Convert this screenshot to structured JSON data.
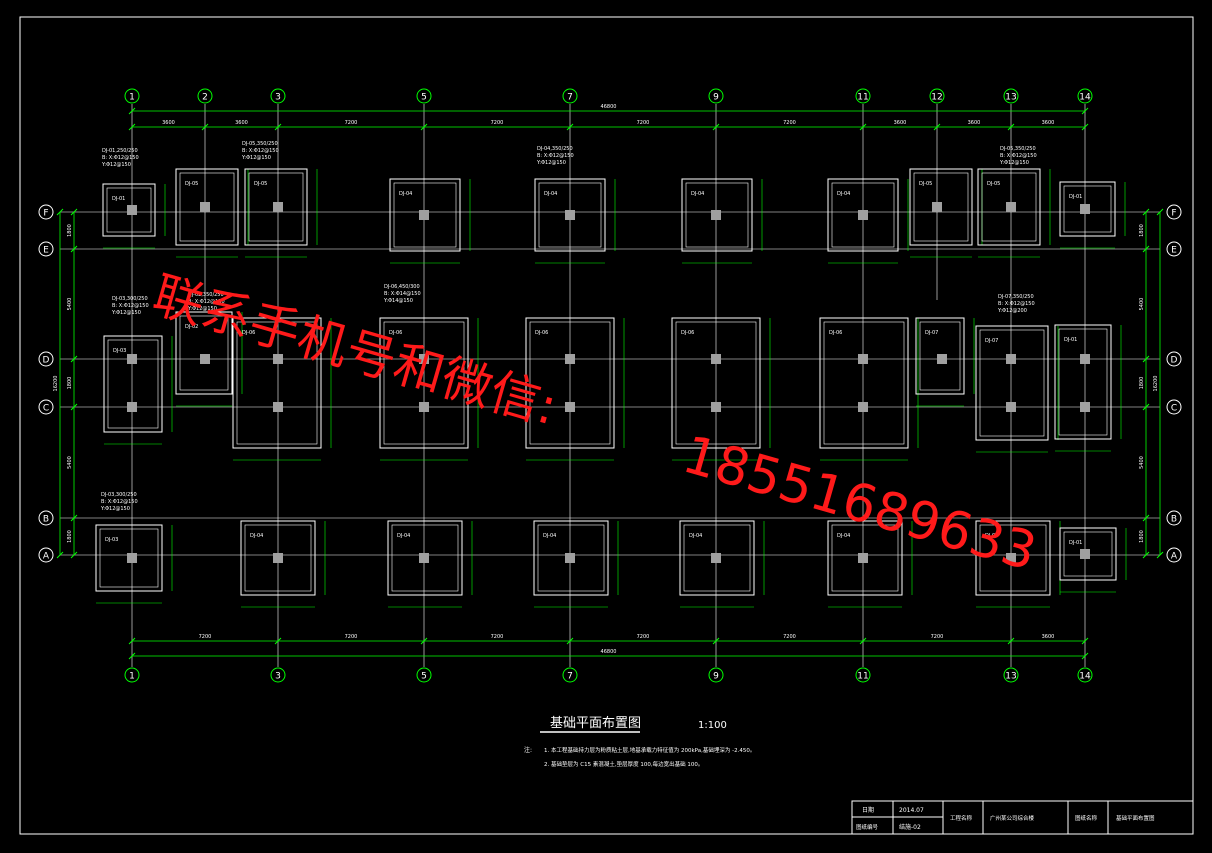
{
  "title": "基础平面布置图",
  "scale": "1:100",
  "notes_label": "注:",
  "notes": [
    "1. 本工程基础持力层为粉质粘土层,地基承载力特征值为 200kPa,基础埋深为 -2.450。",
    "2. 基础垫层为 C15 素混凝土,垫层厚度 100,每边宽出基础 100。"
  ],
  "axes": {
    "columns_top": [
      "1",
      "2",
      "3",
      "5",
      "7",
      "9",
      "11",
      "12",
      "13",
      "14"
    ],
    "columns_bottom": [
      "1",
      "3",
      "5",
      "7",
      "9",
      "11",
      "13",
      "14"
    ],
    "rows": [
      "F",
      "E",
      "D",
      "C",
      "B",
      "A"
    ]
  },
  "dimensions": {
    "top_total": "46800",
    "top_spans": [
      "3600",
      "3600",
      "7200",
      "7200",
      "7200",
      "7200",
      "3600",
      "3600",
      "3600"
    ],
    "bottom_total": "46800",
    "bottom_spans": [
      "7200",
      "7200",
      "7200",
      "7200",
      "7200",
      "7200",
      "3600"
    ],
    "left_spans": [
      "1800",
      "5400",
      "1800",
      "5400",
      "1800"
    ],
    "left_total": "16200",
    "right_spans": [
      "1800",
      "5400",
      "1800",
      "5400",
      "1800"
    ],
    "right_total": "16200"
  },
  "footings": {
    "row_f": [
      "DJ-01",
      "DJ-05",
      "DJ-05",
      "DJ-04",
      "DJ-04",
      "DJ-04",
      "DJ-04",
      "DJ-05",
      "DJ-05",
      "DJ-01"
    ],
    "row_dc": [
      "DJ-03",
      "DJ-02",
      "DJ-06",
      "DJ-06",
      "DJ-06",
      "DJ-06",
      "DJ-06",
      "DJ-07",
      "DJ-07",
      "DJ-01"
    ],
    "row_a": [
      "DJ-03",
      "DJ-04",
      "DJ-04",
      "DJ-04",
      "DJ-04",
      "DJ-04",
      "DJ-04",
      "DJ-01"
    ]
  },
  "footing_specs": {
    "dj01": [
      "DJ-01,250/250",
      "B: X:Φ12@150",
      "Y:Φ12@150"
    ],
    "dj05": [
      "DJ-05,350/250",
      "B: X:Φ12@150",
      "Y:Φ12@150"
    ],
    "dj04": [
      "DJ-04,350/250",
      "B: X:Φ12@150",
      "Y:Φ12@150"
    ],
    "dj03": [
      "DJ-03,300/250",
      "B: X:Φ12@150",
      "Y:Φ12@150"
    ],
    "dj02": [
      "DJ-02,350/250",
      "B: X:Φ12@150",
      "Y:Φ12@150"
    ],
    "dj06": [
      "DJ-06,450/300",
      "B: X:Φ14@150",
      "Y:Φ14@150"
    ],
    "dj07": [
      "DJ-07,350/250",
      "B: X:Φ12@150",
      "Y:Φ12@200"
    ],
    "dj03b": [
      "DJ-03,300/250",
      "B: X:Φ12@150",
      "Y:Φ12@150"
    ]
  },
  "title_block": {
    "date_label": "日期",
    "date_value": "2014.07",
    "drawing_no_label": "图纸编号",
    "drawing_no_value": "结施-02",
    "project_label": "工程名称",
    "project_value": "广州某公司综合楼",
    "drawing_name_label": "图纸名称",
    "drawing_name_value": "基础平面布置图"
  },
  "watermark": {
    "line1": "联系手机号和微信:",
    "line2": "18551689633"
  },
  "colors": {
    "background": "#000000",
    "axis_lines": "#ffffff",
    "dimension_lines": "#00ff00",
    "footing_outline": "#ffffff",
    "column": "#a0a0a0",
    "watermark": "#ff1a1a"
  }
}
